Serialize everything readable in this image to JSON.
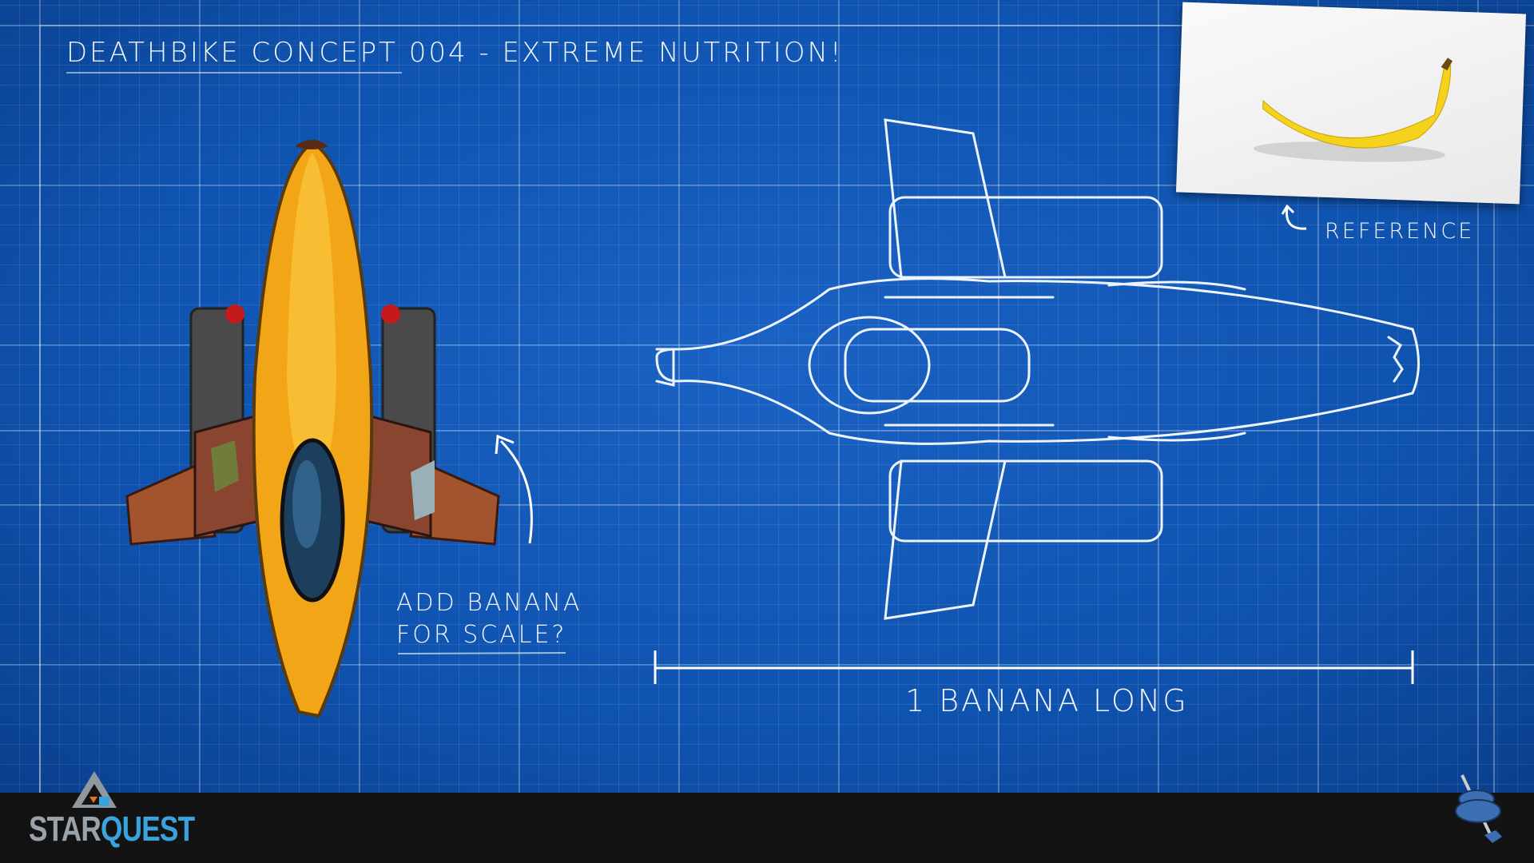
{
  "title": "Deathbike concept 004 - Extreme Nutrition!",
  "reference_label": "Reference",
  "scale_note": [
    "Add banana",
    "for scale?"
  ],
  "dimension_label": "1 banana long",
  "logo": {
    "part1": "STAR",
    "part2": "QUEST"
  },
  "colors": {
    "blueprint": "#0f53b0",
    "bar": "#131313",
    "banana": "#f2a516",
    "logo_blue": "#3aa3dc"
  }
}
